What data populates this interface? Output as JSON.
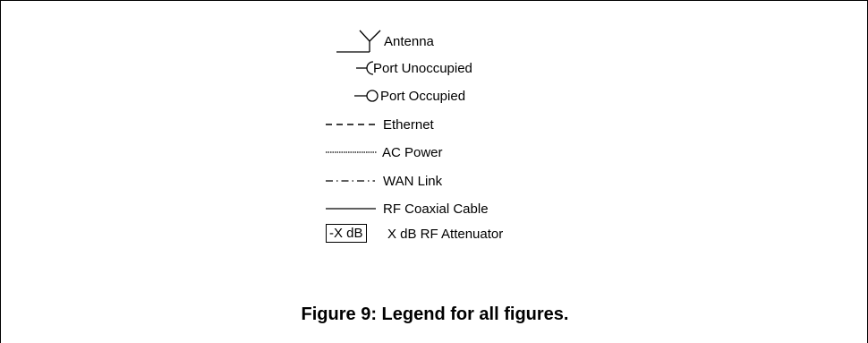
{
  "legend": {
    "items": [
      {
        "symbol": "antenna",
        "label": "Antenna"
      },
      {
        "symbol": "port-unoccupied",
        "label": "Port Unoccupied"
      },
      {
        "symbol": "port-occupied",
        "label": "Port Occupied"
      },
      {
        "symbol": "ethernet-line",
        "label": "Ethernet"
      },
      {
        "symbol": "ac-power-line",
        "label": "AC Power"
      },
      {
        "symbol": "wan-link-line",
        "label": "WAN Link"
      },
      {
        "symbol": "rf-coax-line",
        "label": "RF Coaxial Cable"
      },
      {
        "symbol": "attenuator-box",
        "label": "X dB RF Attenuator",
        "box_text": "-X dB"
      }
    ]
  },
  "caption": "Figure 9: Legend for all figures."
}
